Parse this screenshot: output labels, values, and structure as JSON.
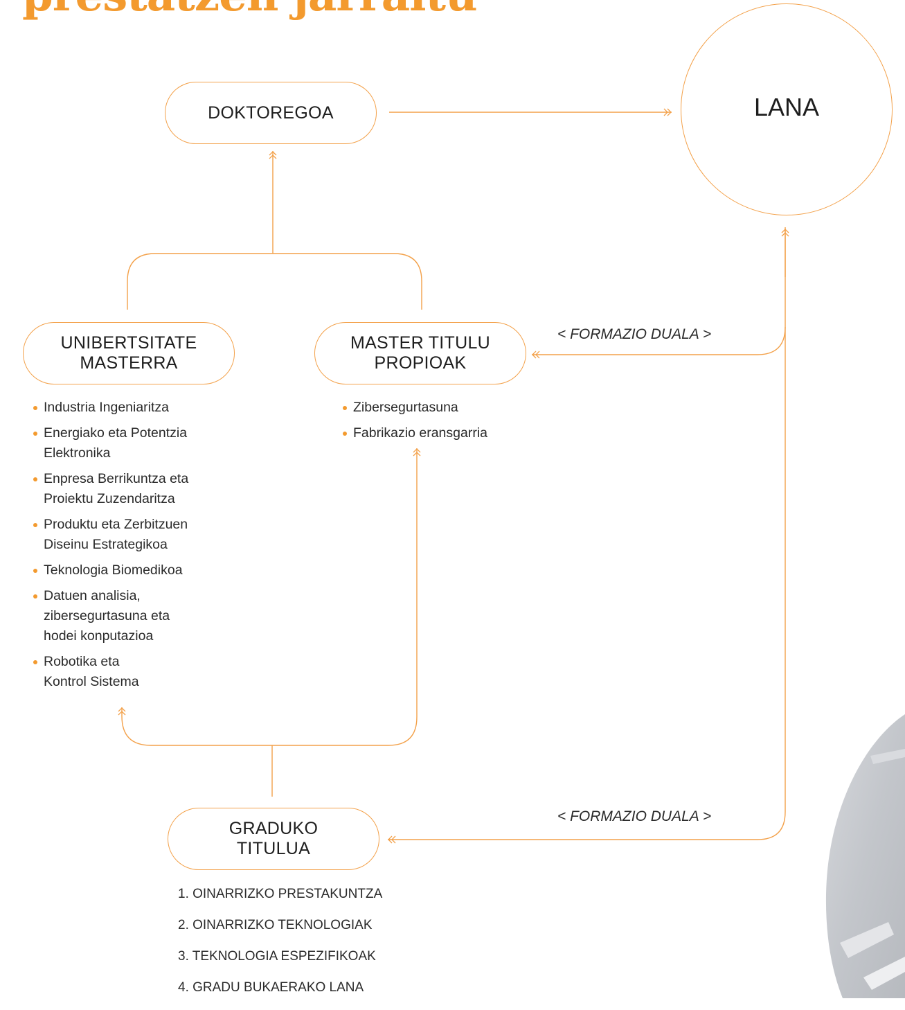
{
  "title": "prestatzen jarraitu",
  "nodes": {
    "doktoregoa": {
      "lines": [
        "DOKTOREGOA"
      ]
    },
    "lana": {
      "label": "LANA"
    },
    "unibertsitate_masterra": {
      "lines": [
        "UNIBERTSITATE",
        "MASTERRA"
      ]
    },
    "master_titulu_propioak": {
      "lines": [
        "MASTER TITULU",
        "PROPIOAK"
      ]
    },
    "graduko_titulua": {
      "lines": [
        "GRADUKO",
        "TITULUA"
      ]
    }
  },
  "formazio_duala": [
    "< FORMAZIO DUALA >",
    "< FORMAZIO DUALA >"
  ],
  "unibertsitate_masterra_items": [
    "Industria Ingeniaritza",
    "Energiako eta Potentzia Elektronika",
    "Enpresa Berrikuntza eta Proiektu Zuzendaritza",
    "Produktu eta Zerbitzuen Diseinu Estrategikoa",
    "Teknologia Biomedikoa",
    "Datuen analisia, zibersegurtasuna eta hodei konputazioa",
    "Robotika eta Kontrol Sistema"
  ],
  "master_titulu_propioak_items": [
    "Zibersegurtasuna",
    "Fabrikazio eransgarria"
  ],
  "graduko_titulua_items": [
    "1. OINARRIZKO PRESTAKUNTZA",
    "2. OINARRIZKO TEKNOLOGIAK",
    "3. TEKNOLOGIA ESPEZIFIKOAK",
    "4. GRADU BUKAERAKO LANA"
  ],
  "colors": {
    "accent": "#f39a2e",
    "line": "#f3a14a",
    "text": "#1e1e1e"
  }
}
